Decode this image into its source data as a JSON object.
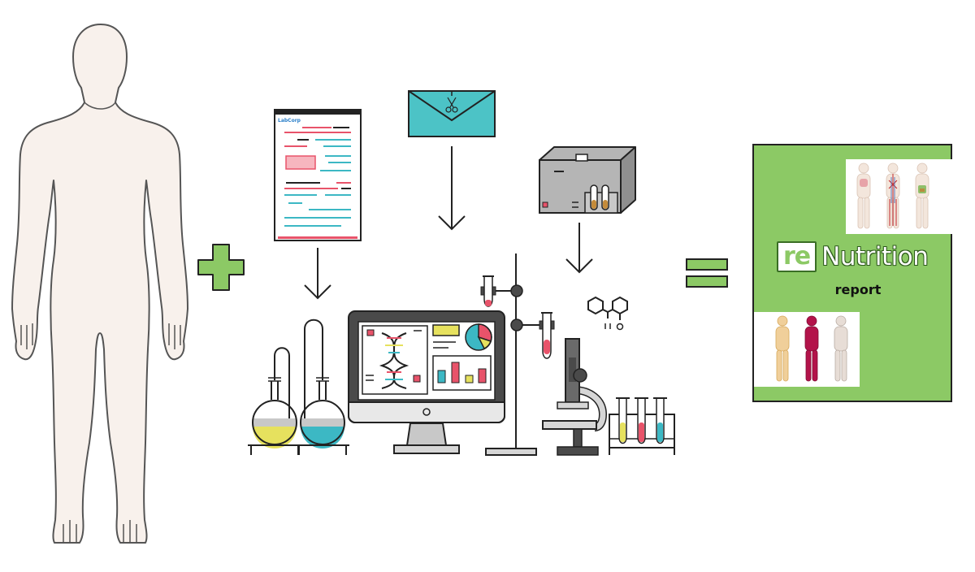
{
  "lab_report_logo": "LabCorp",
  "final_report": {
    "brand_prefix": "re",
    "brand_name": "Nutrition",
    "subtitle": "report"
  },
  "colors": {
    "skin": "#f8f1ec",
    "accent_green": "#8cc965",
    "envelope_teal": "#4cc3c6",
    "report_red": "#e8536a",
    "report_teal": "#3cb8c4",
    "flask_yellow": "#e6e15e",
    "flask_teal": "#3cb8c4"
  },
  "icons": [
    "human-body-outline-icon",
    "plus-icon",
    "lab-report-document-icon",
    "sample-envelope-icon",
    "analyzer-machine-icon",
    "down-arrow-icon",
    "distillation-flasks-icon",
    "computer-analysis-icon",
    "retort-stand-icon",
    "microscope-icon",
    "test-tube-rack-icon",
    "molecule-icon",
    "equals-icon",
    "report-cover-icon"
  ]
}
